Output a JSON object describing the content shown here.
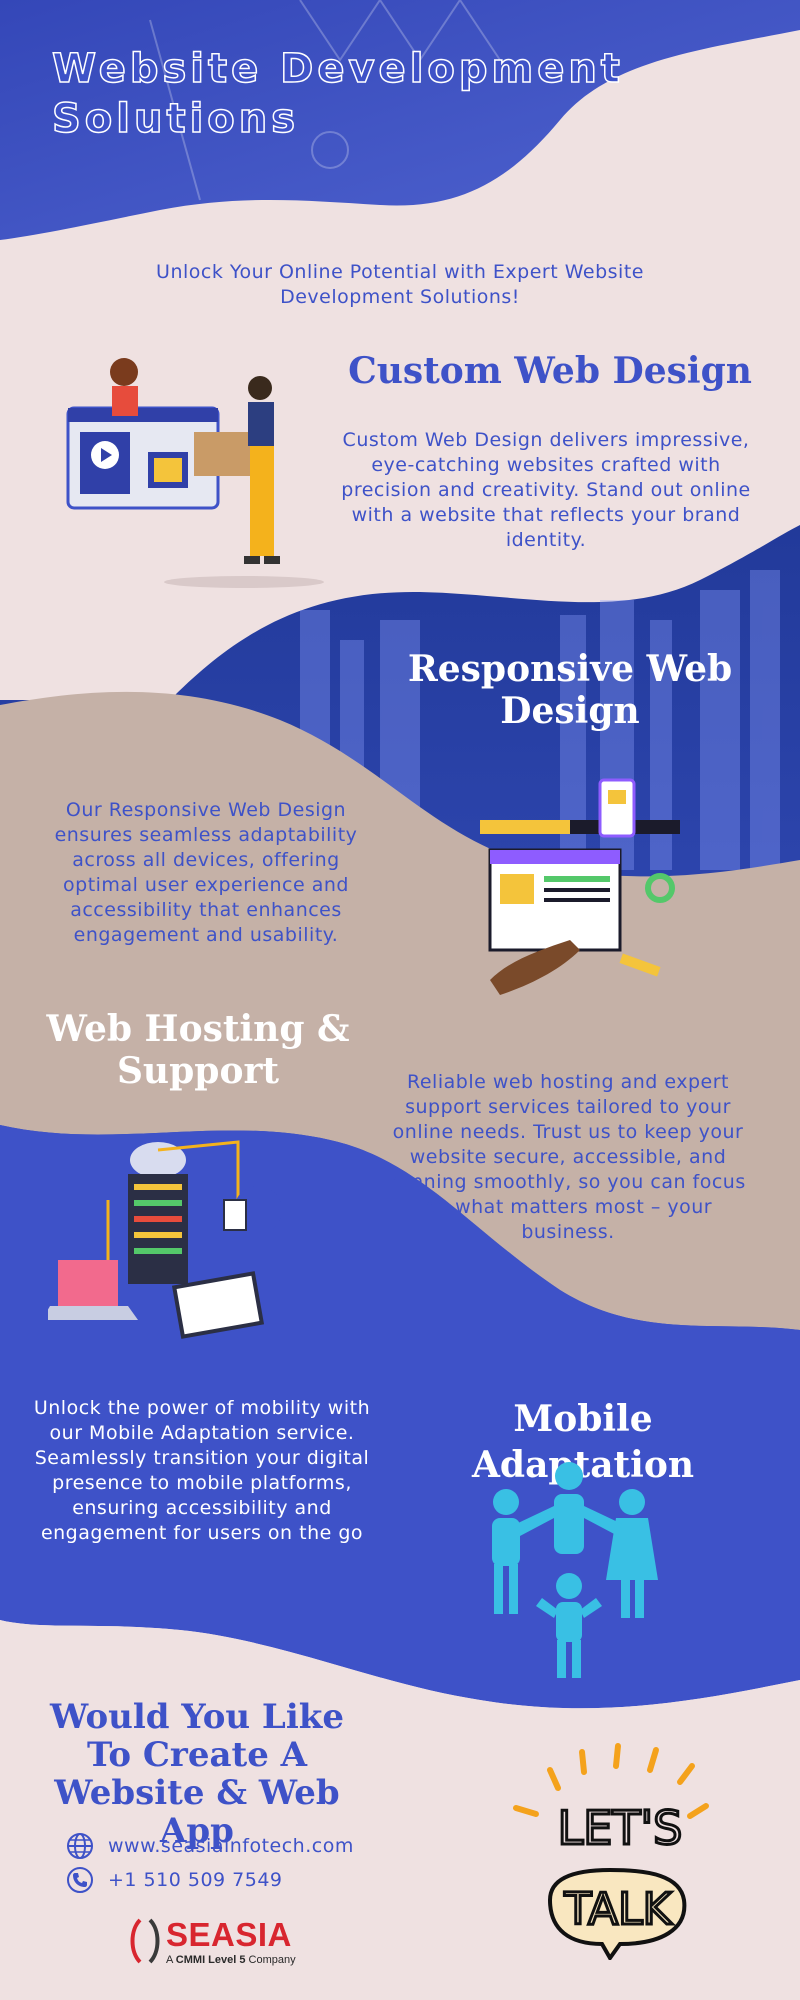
{
  "header": {
    "title": "Website Development Solutions"
  },
  "intro": {
    "text": "Unlock Your Online Potential with Expert Website Development Solutions!"
  },
  "sections": [
    {
      "title": "Custom Web Design",
      "body": "Custom Web Design delivers impressive, eye-catching websites crafted with precision and creativity. Stand out online with a website that reflects your brand identity."
    },
    {
      "title": "Responsive Web Design",
      "body": "Our Responsive Web Design ensures seamless adaptability across all devices, offering optimal user experience and accessibility that enhances engagement and usability."
    },
    {
      "title": "Web Hosting  & Support",
      "body": "Reliable web hosting and expert support services tailored to your online needs. Trust us to keep your website secure, accessible, and running smoothly, so you can focus on what matters most – your business."
    },
    {
      "title": "Mobile Adaptation",
      "body": "Unlock the power of mobility with our Mobile Adaptation service. Seamlessly transition your digital presence to mobile platforms, ensuring accessibility and engagement for users on the go"
    }
  ],
  "cta": {
    "title": "Would You Like To Create A Website & Web App",
    "badge_line1": "LET'S",
    "badge_line2": "TALK"
  },
  "contact": {
    "website": "www.seasiainfotech.com",
    "phone": "+1 510 509 7549"
  },
  "brand": {
    "name": "SEASIA",
    "tagline_prefix": "A ",
    "tagline_bold": "CMMI Level 5",
    "tagline_suffix": " Company"
  },
  "colors": {
    "primary_blue": "#3e52c8",
    "pink_bg": "#efe1e1",
    "taupe_bg": "#c5b1a7",
    "brand_red": "#d8262f",
    "figure_cyan": "#39c0e4"
  }
}
